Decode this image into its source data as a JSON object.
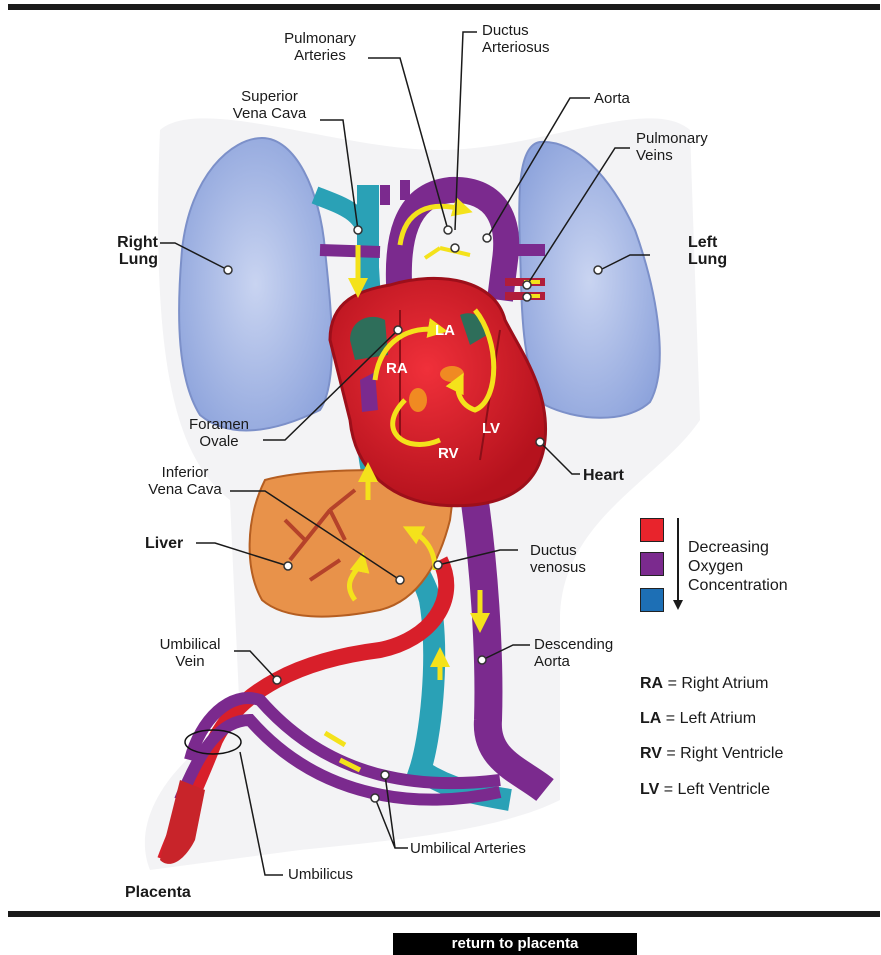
{
  "labels": {
    "pulmonary_arteries": [
      "Pulmonary",
      "Arteries"
    ],
    "ductus_arteriosus": [
      "Ductus",
      "Arteriosus"
    ],
    "aorta": "Aorta",
    "superior_vena_cava": [
      "Superior",
      "Vena Cava"
    ],
    "pulmonary_veins": [
      "Pulmonary",
      "Veins"
    ],
    "right_lung": [
      "Right",
      "Lung"
    ],
    "left_lung": [
      "Left",
      "Lung"
    ],
    "foramen_ovale": [
      "Foramen",
      "Ovale"
    ],
    "inferior_vena_cava": [
      "Inferior",
      "Vena Cava"
    ],
    "heart": "Heart",
    "liver": "Liver",
    "ductus_venosus": [
      "Ductus",
      "venosus"
    ],
    "umbilical_vein": [
      "Umbilical",
      "Vein"
    ],
    "descending_aorta": [
      "Descending",
      "Aorta"
    ],
    "umbilical_arteries": "Umbilical Arteries",
    "umbilicus": "Umbilicus",
    "placenta": "Placenta"
  },
  "chambers": {
    "la": "LA",
    "ra": "RA",
    "rv": "RV",
    "lv": "LV"
  },
  "legend": {
    "oxygen_text": [
      "Decreasing",
      "Oxygen",
      "Concentration"
    ],
    "swatch_colors": [
      "#e8242c",
      "#7b2a8e",
      "#1d6fb5"
    ],
    "abbreviations": [
      {
        "abbr": "RA",
        "full": "= Right Atrium"
      },
      {
        "abbr": "LA",
        "full": "= Left Atrium"
      },
      {
        "abbr": "RV",
        "full": "= Right Ventricle"
      },
      {
        "abbr": "LV",
        "full": "= Left Ventricle"
      }
    ]
  },
  "colors": {
    "oxygenated": "#d81f2a",
    "mixed": "#7b2a8e",
    "deoxygenated": "#2aa1b6",
    "lung": "#98addf",
    "liver": "#e8924a",
    "flow_arrow": "#f4e21b"
  },
  "return_button": "return to placenta"
}
